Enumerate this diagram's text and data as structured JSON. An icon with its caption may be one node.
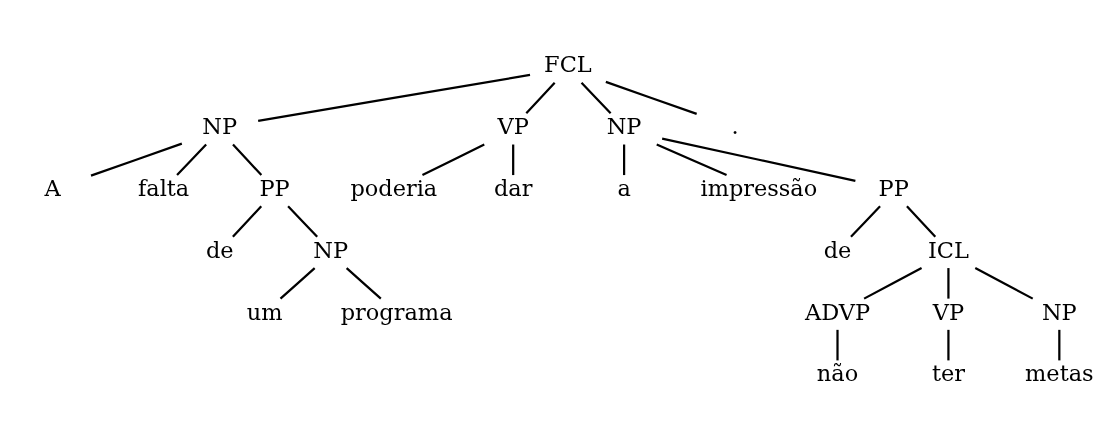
{
  "diagram": {
    "nodes": [
      {
        "text": [
          "FCL"
        ]
      },
      {
        "text": [
          "NP"
        ]
      },
      {
        "text": [
          "VP"
        ]
      },
      {
        "text": [
          "NP"
        ]
      },
      {
        "text": [
          "."
        ]
      },
      {
        "text": [
          "A"
        ]
      },
      {
        "text": [
          "falta"
        ]
      },
      {
        "text": [
          "PP"
        ]
      },
      {
        "text": [
          "poderia"
        ]
      },
      {
        "text": [
          "dar"
        ]
      },
      {
        "text": [
          "a"
        ]
      },
      {
        "text": [
          "impressão"
        ]
      },
      {
        "text": [
          "PP"
        ]
      },
      {
        "text": [
          "de"
        ]
      },
      {
        "text": [
          "NP"
        ]
      },
      {
        "text": [
          "de"
        ]
      },
      {
        "text": [
          "ICL"
        ]
      },
      {
        "text": [
          "um"
        ]
      },
      {
        "text": [
          "programa"
        ]
      },
      {
        "text": [
          "ADVP"
        ]
      },
      {
        "text": [
          "VP"
        ]
      },
      {
        "text": [
          "NP"
        ]
      },
      {
        "text": [
          "não"
        ]
      },
      {
        "text": [
          "ter"
        ]
      },
      {
        "text": [
          "metas"
        ]
      }
    ],
    "edges": [
      {
        "from": 0,
        "to": 1,
        "arrow": "none"
      },
      {
        "from": 0,
        "to": 2,
        "arrow": "none"
      },
      {
        "from": 0,
        "to": 3,
        "arrow": "none"
      },
      {
        "from": 0,
        "to": 4,
        "arrow": "none"
      },
      {
        "from": 1,
        "to": 5,
        "arrow": "none"
      },
      {
        "from": 1,
        "to": 6,
        "arrow": "none"
      },
      {
        "from": 1,
        "to": 7,
        "arrow": "none"
      },
      {
        "from": 2,
        "to": 8,
        "arrow": "none"
      },
      {
        "from": 2,
        "to": 9,
        "arrow": "none"
      },
      {
        "from": 3,
        "to": 10,
        "arrow": "none"
      },
      {
        "from": 3,
        "to": 11,
        "arrow": "none"
      },
      {
        "from": 3,
        "to": 12,
        "arrow": "none"
      },
      {
        "from": 7,
        "to": 13,
        "arrow": "none"
      },
      {
        "from": 7,
        "to": 14,
        "arrow": "none"
      },
      {
        "from": 12,
        "to": 15,
        "arrow": "none"
      },
      {
        "from": 12,
        "to": 16,
        "arrow": "none"
      },
      {
        "from": 14,
        "to": 17,
        "arrow": "none"
      },
      {
        "from": 14,
        "to": 18,
        "arrow": "none"
      },
      {
        "from": 16,
        "to": 19,
        "arrow": "none"
      },
      {
        "from": 16,
        "to": 20,
        "arrow": "none"
      },
      {
        "from": 16,
        "to": 21,
        "arrow": "none"
      },
      {
        "from": 19,
        "to": 22,
        "arrow": "none"
      },
      {
        "from": 20,
        "to": 23,
        "arrow": "none"
      },
      {
        "from": 21,
        "to": 24,
        "arrow": "none"
      }
    ]
  }
}
